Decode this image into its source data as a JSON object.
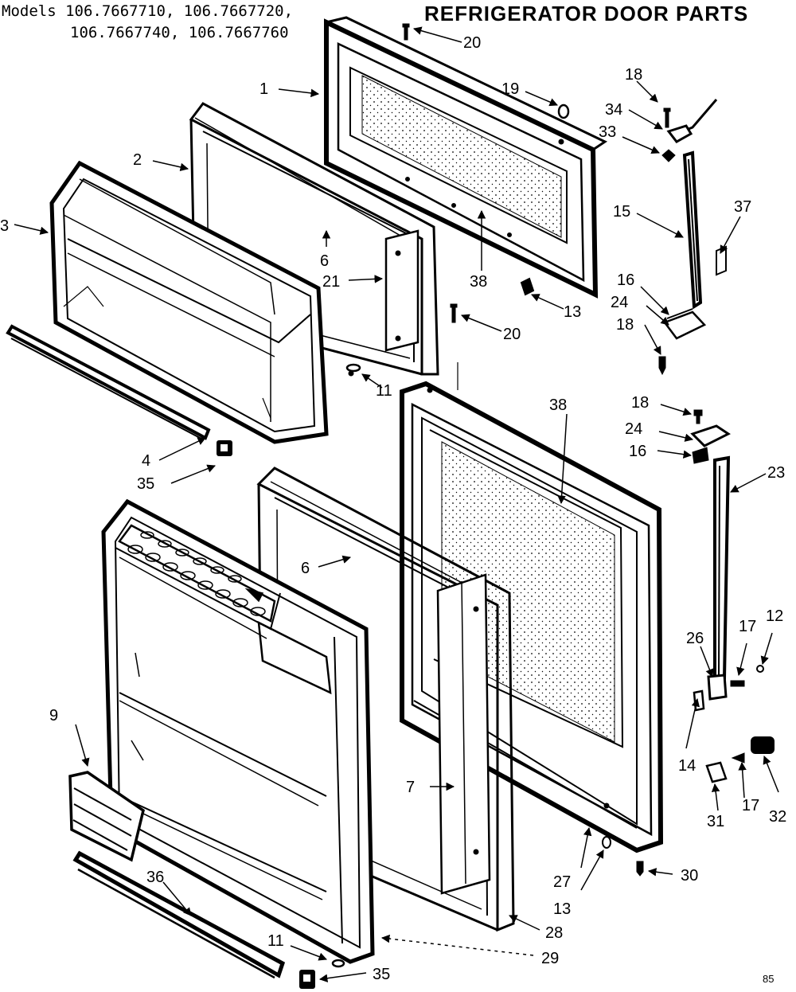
{
  "header": {
    "models_line1": "Models 106.7667710, 106.7667720,",
    "models_line2": "106.7667740, 106.7667760",
    "title": "REFRIGERATOR DOOR PARTS",
    "page_code": "85"
  },
  "callouts": {
    "c1": "1",
    "c2": "2",
    "c3": "3",
    "c4": "4",
    "c6a": "6",
    "c6b": "6",
    "c7": "7",
    "c9": "9",
    "c11a": "11",
    "c11b": "11",
    "c12": "12",
    "c13a": "13",
    "c13b": "13",
    "c14": "14",
    "c15": "15",
    "c16a": "16",
    "c16b": "16",
    "c17a": "17",
    "c17b": "17",
    "c18a": "18",
    "c18b": "18",
    "c18c": "18",
    "c19": "19",
    "c20a": "20",
    "c20b": "20",
    "c21": "21",
    "c23": "23",
    "c24a": "24",
    "c24b": "24",
    "c26": "26",
    "c27": "27",
    "c28": "28",
    "c29": "29",
    "c30": "30",
    "c31": "31",
    "c32": "32",
    "c33": "33",
    "c34": "34",
    "c35a": "35",
    "c35b": "35",
    "c36": "36",
    "c37": "37",
    "c38a": "38",
    "c38b": "38"
  }
}
